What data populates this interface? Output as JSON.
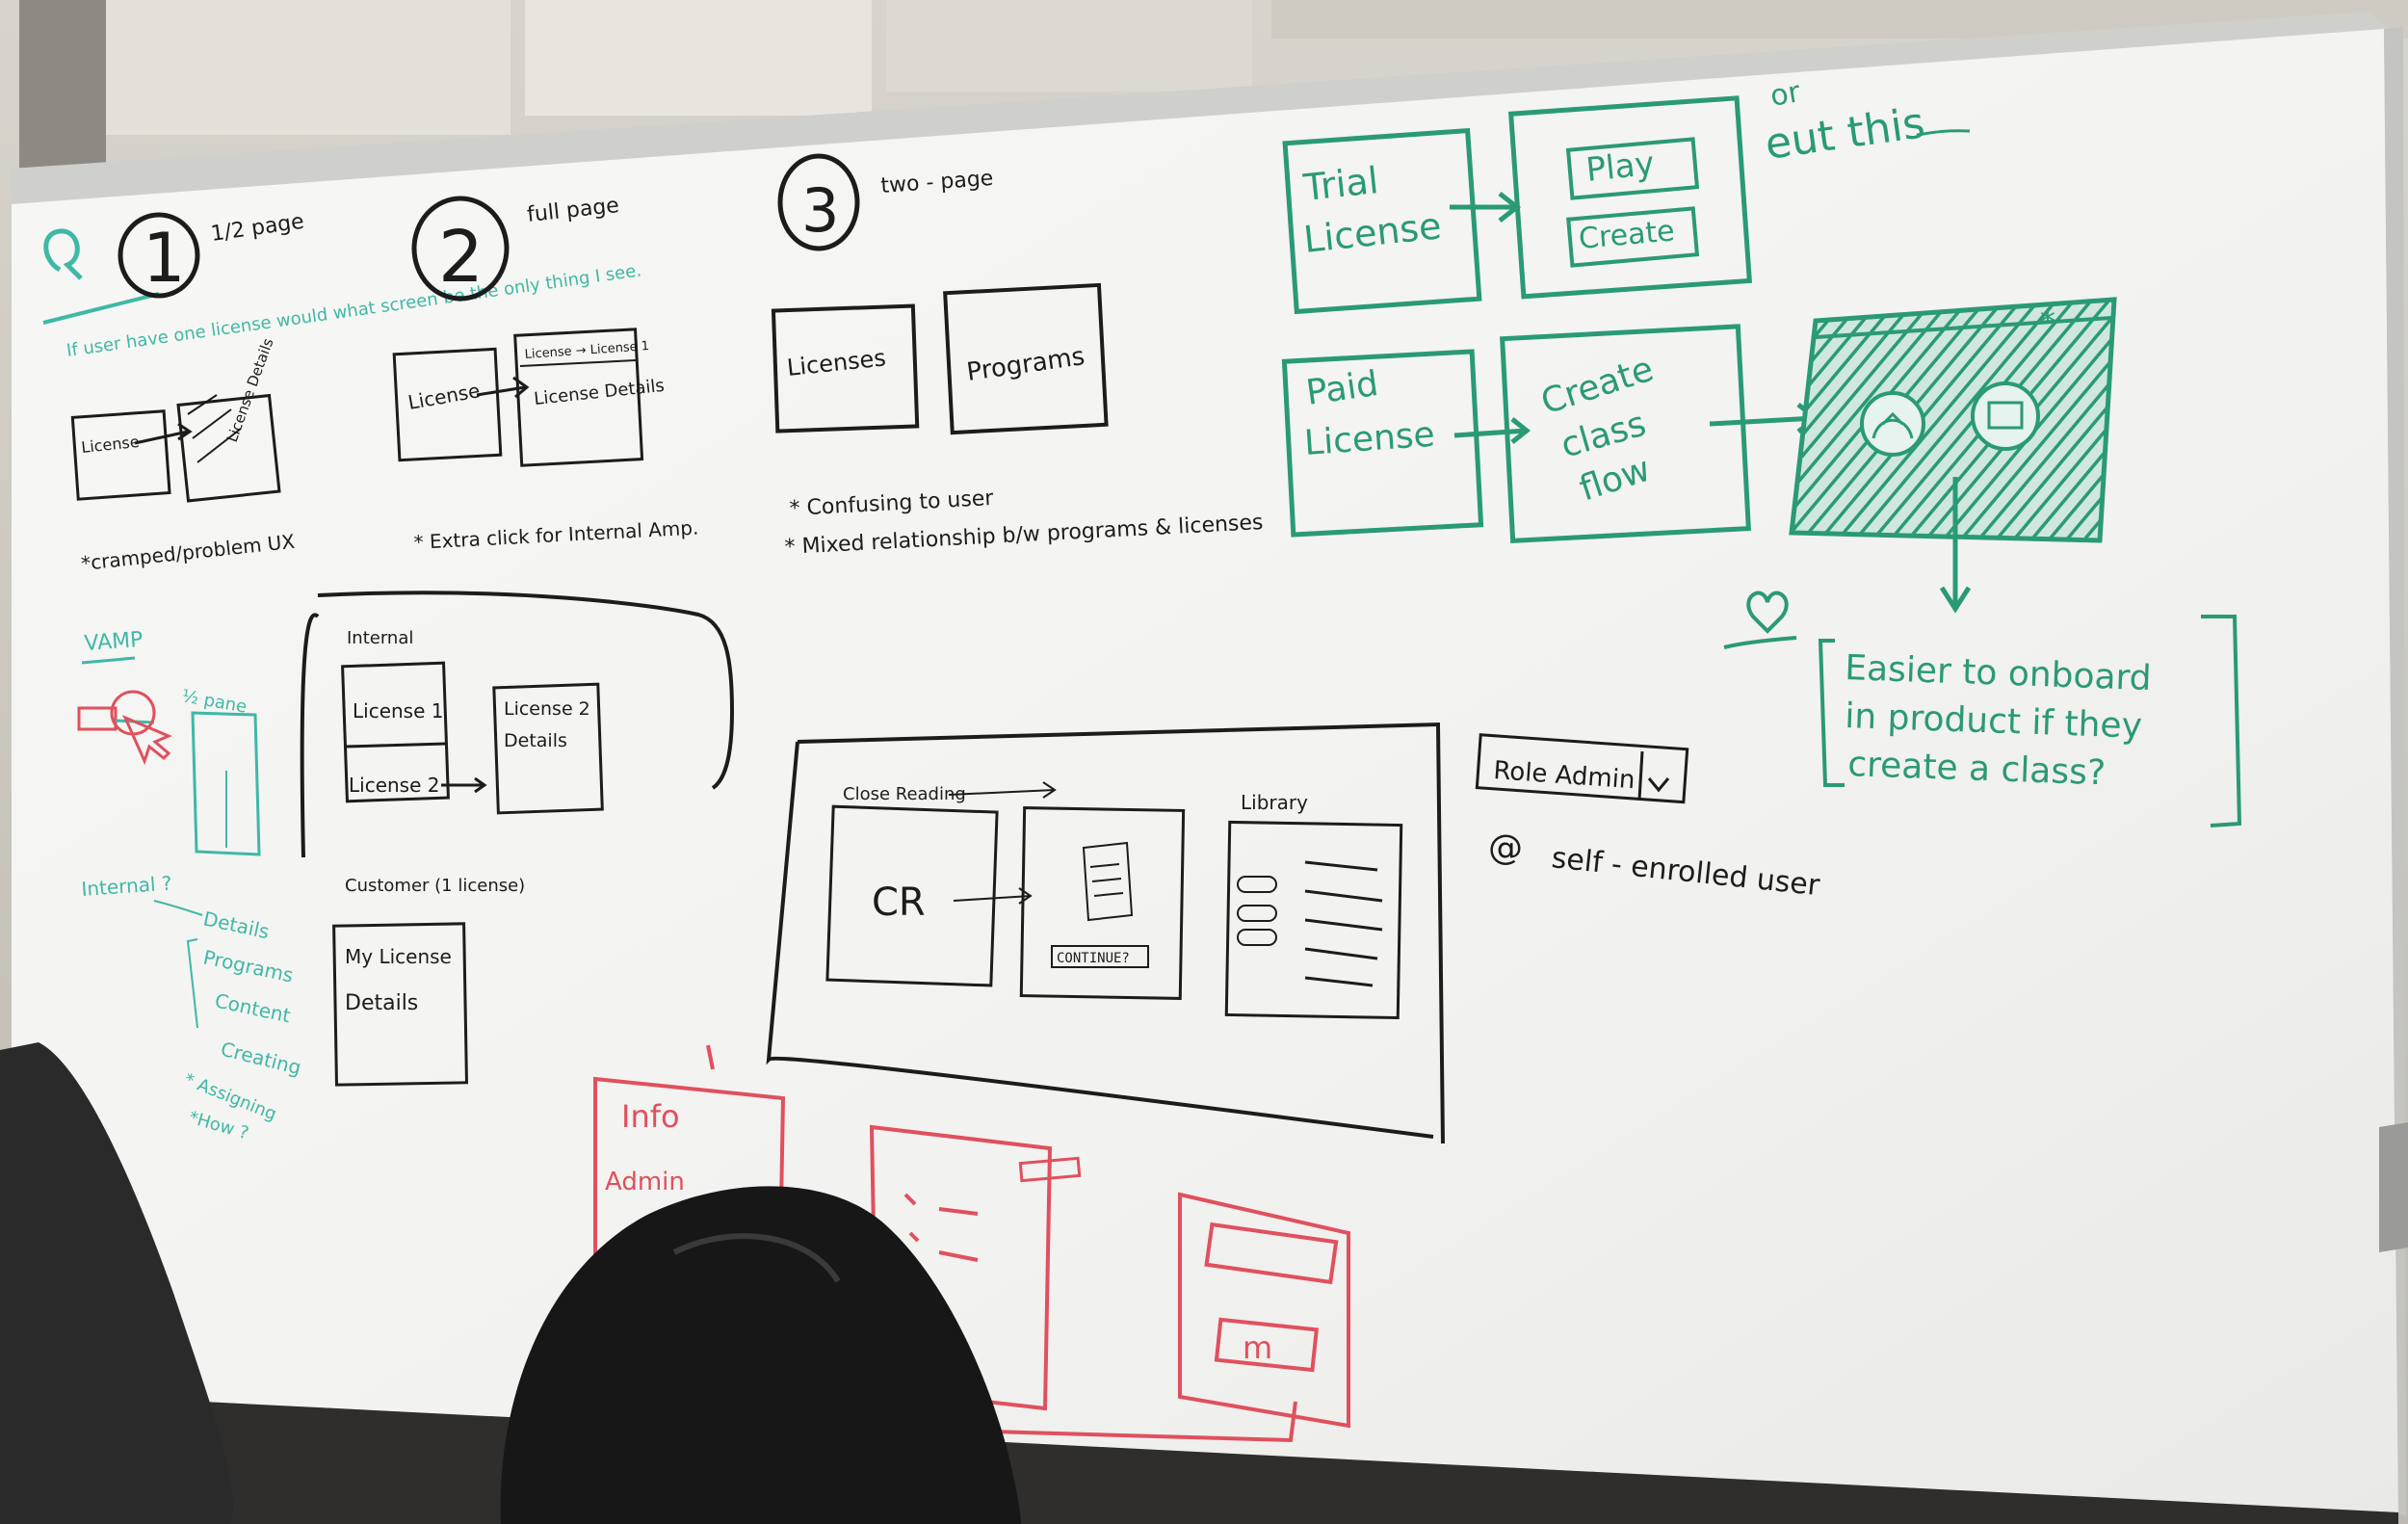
{
  "colors": {
    "black_marker": "#1c1c1c",
    "green_marker": "#2a9a76",
    "teal_marker": "#3fb8a6",
    "red_marker": "#e0505d",
    "board": "#f3f3f1",
    "frame": "#cfcfcc"
  },
  "section1": {
    "number": "1",
    "subtitle": "1/2 page",
    "note": "If user have one license would what screen be the only thing I see.",
    "box_license": "License",
    "box_details": "License Details",
    "footnote": "*cramped/problem UX"
  },
  "section2": {
    "number": "2",
    "subtitle": "full page",
    "box_license": "License",
    "box_header": "License → License 1",
    "box_details": "License Details",
    "footnote": "* Extra click for Internal Amp."
  },
  "section3": {
    "number": "3",
    "subtitle": "two - page",
    "box_licenses": "Licenses",
    "box_programs": "Programs",
    "bullet1": "* Confusing to user",
    "bullet2": "* Mixed relationship b/w programs & licenses"
  },
  "vamp": {
    "title": "VAMP",
    "fraction": "½ pane",
    "internal": "Internal ?",
    "tree1": "Details",
    "tree2": "Programs",
    "tree3": "Content",
    "tree4": "Creating",
    "tree5": "* Assigning",
    "tree6": "*How ?"
  },
  "internal_block": {
    "label": "Internal",
    "license1": "License 1",
    "license2": "License 2",
    "details_line1": "License 2",
    "details_line2": "Details",
    "customer": "Customer (1 license)",
    "mylicense1": "My License",
    "mylicense2": "Details"
  },
  "green_flow": {
    "or_label": "or",
    "or_label2": "eut this",
    "trial1": "Trial",
    "trial2": "License",
    "play": "Play",
    "create": "Create",
    "paid1": "Paid",
    "paid2": "License",
    "flow1": "Create",
    "flow2": "class",
    "flow3": "flow",
    "star": "*",
    "question_line1": "Easier to onboard",
    "question_line2": "in product if they",
    "question_line3": "create a class?"
  },
  "reading_block": {
    "close_reading": "Close Reading",
    "cr": "CR",
    "library": "Library",
    "continue": "CONTINUE?"
  },
  "role_block": {
    "role_admin": "Role Admin",
    "self_enrolled": "self - enrolled user",
    "at": "@"
  },
  "red_block": {
    "info": "Info",
    "admin": "Admin",
    "m": "m"
  }
}
